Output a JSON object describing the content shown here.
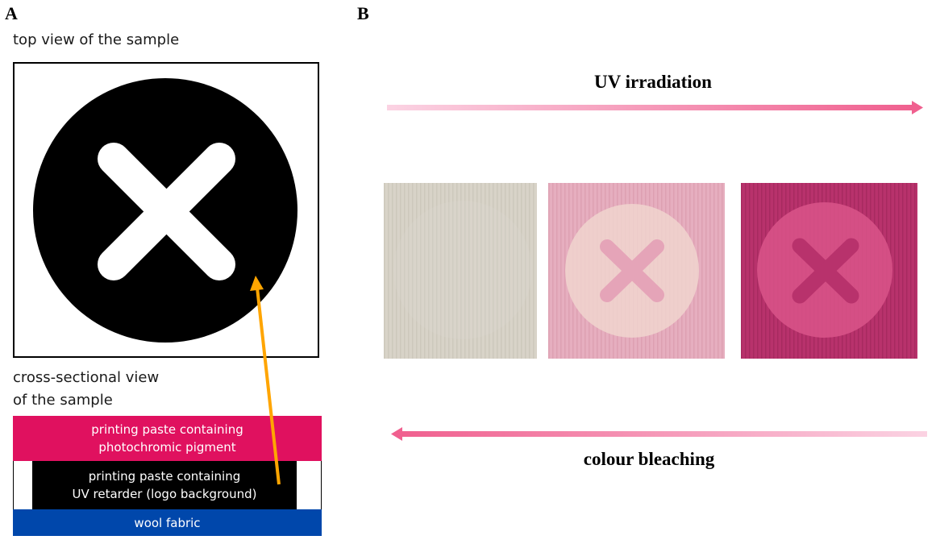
{
  "panels": {
    "a_label": "A",
    "b_label": "B"
  },
  "panel_a": {
    "top_view_caption": "top view of the sample",
    "cross_section_caption_line1": "cross-sectional view",
    "cross_section_caption_line2": "of the sample",
    "layers": {
      "top_line1": "printing paste containing",
      "top_line2": "photochromic pigment",
      "middle_line1": "printing paste containing",
      "middle_line2": "UV retarder (logo background)",
      "bottom": "wool fabric"
    },
    "colors": {
      "photochromic_layer": "#e0115f",
      "retarder_layer": "#000000",
      "fabric_layer": "#0047ab",
      "pointer_arrow": "#ffa500"
    }
  },
  "panel_b": {
    "uv_label": "UV irradiation",
    "bleach_label": "colour bleaching",
    "swatch_colors": {
      "unexposed": "#d8d3c8",
      "partial": "#e6aebf",
      "full": "#b8326c"
    },
    "arrow_colors": {
      "light": "#fbd3e3",
      "dark": "#f0608f"
    }
  }
}
